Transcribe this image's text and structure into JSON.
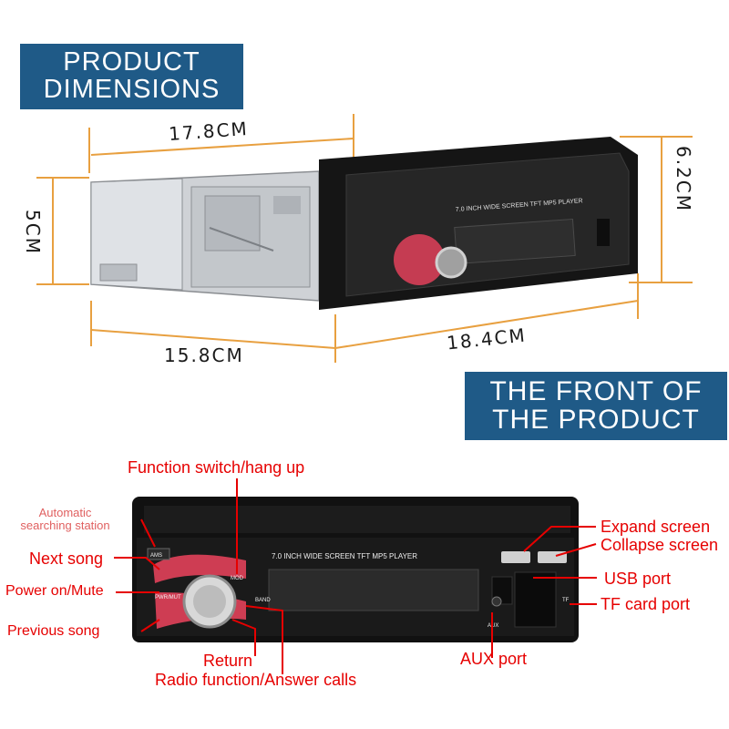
{
  "banners": {
    "dimensions": [
      "PRODUCT",
      "DIMENSIONS"
    ],
    "front": [
      "THE FRONT OF",
      "THE PRODUCT"
    ]
  },
  "dimensions": {
    "top_width": "17.8CM",
    "height_left": "5CM",
    "height_right": "6.2CM",
    "chassis_length": "15.8CM",
    "total_length": "18.4CM"
  },
  "device": {
    "screen_label": "7.0 INCH WIDE SCREEN TFT  MP5  PLAYER",
    "ams_label": "AMS",
    "pwr_label": "PWR/MUT",
    "band_label": "BAND",
    "aux_label": "AUX",
    "tf_label": "TF",
    "mod_label": "MOD"
  },
  "callouts": {
    "function_switch": "Function switch/hang up",
    "automatic_search": [
      "Automatic",
      "searching station"
    ],
    "next_song": "Next song",
    "power_mute": "Power on/Mute",
    "previous_song": "Previous song",
    "return": "Return",
    "radio_answer": "Radio function/Answer calls",
    "aux_port": "AUX port",
    "expand_screen": "Expand screen",
    "collapse_screen": "Collapse screen",
    "usb_port": "USB port",
    "tf_card_port": "TF card port"
  },
  "colors": {
    "banner": "#1f5a87",
    "callout": "#e60000",
    "dim_line": "#e8a040",
    "button_glow": "#e2415a"
  }
}
